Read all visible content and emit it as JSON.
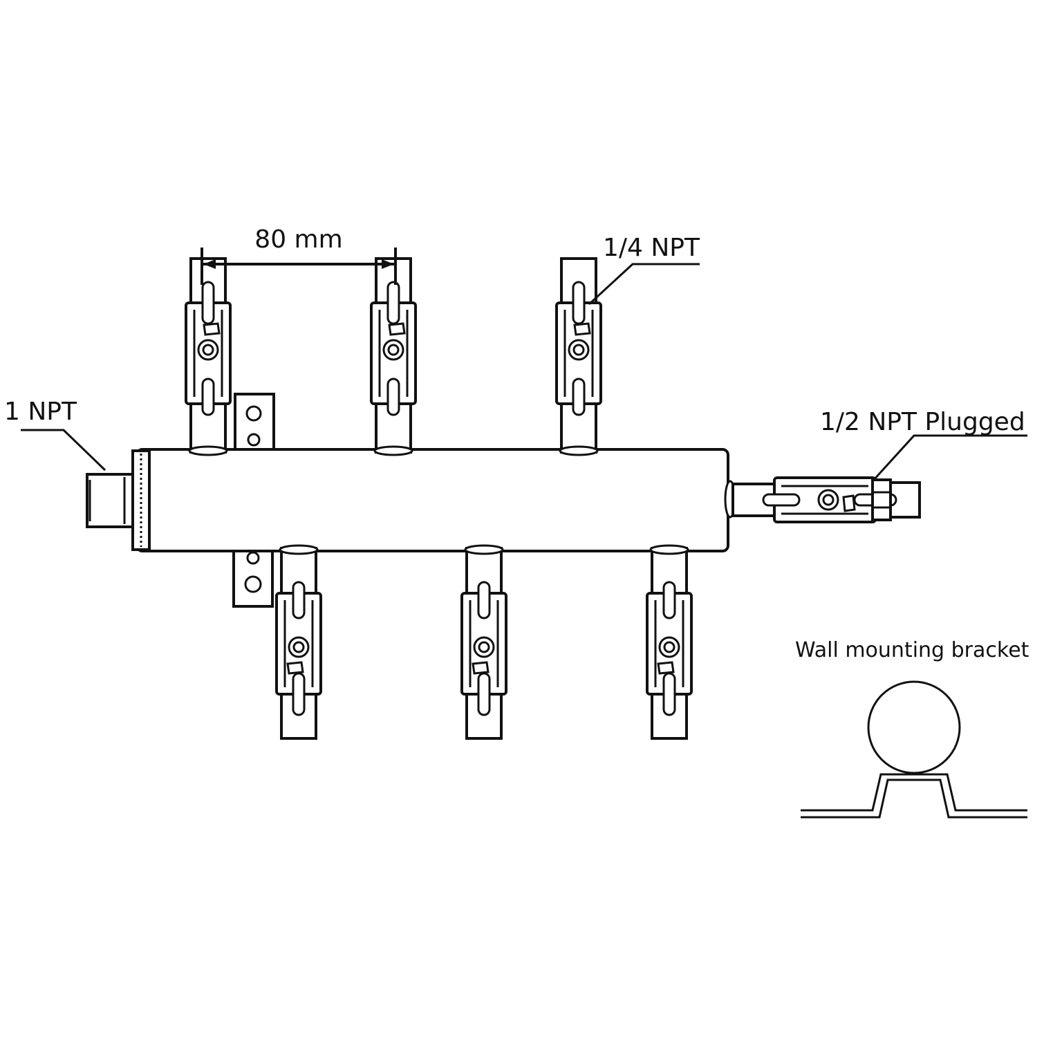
{
  "labels": {
    "dimension": "80 mm",
    "outlet_size": "1/4 NPT",
    "inlet_size": "1 NPT",
    "end_port": "1/2 NPT Plugged",
    "bracket_title": "Wall mounting bracket"
  }
}
